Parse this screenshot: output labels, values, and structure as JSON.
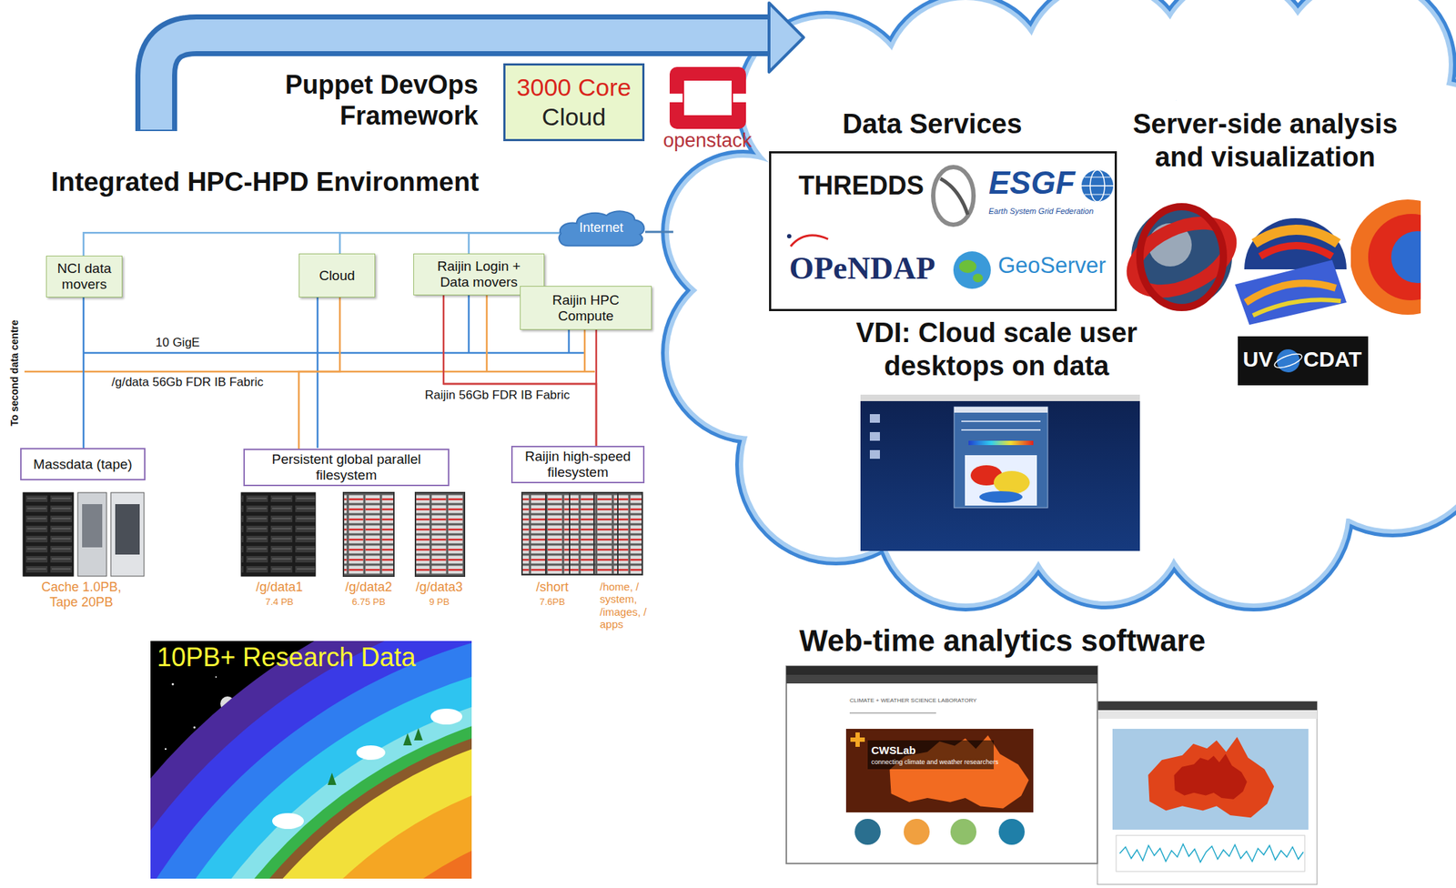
{
  "diagram": {
    "nodes": [
      {
        "text": [
          "3000 Core",
          "Cloud"
        ]
      },
      {
        "text": [
          "Data Services",
          "THREDDS",
          "ESGF",
          "Earth System Grid Federation",
          "OPeNDAP",
          "GeoServer"
        ]
      },
      {
        "text": [
          "Internet"
        ]
      },
      {
        "text": [
          "NCI data movers"
        ]
      },
      {
        "text": [
          "Cloud"
        ]
      },
      {
        "text": [
          "Raijin Login + Data movers"
        ]
      },
      {
        "text": [
          "Raijin HPC Compute"
        ]
      },
      {
        "text": [
          "Massdata (tape)"
        ]
      },
      {
        "text": [
          "Persistent global parallel filesystem"
        ]
      },
      {
        "text": [
          "Raijin high-speed filesystem"
        ]
      }
    ],
    "edges": [
      {
        "from": 3,
        "to": 2,
        "arrow": "none"
      },
      {
        "from": 4,
        "to": 2,
        "arrow": "none"
      },
      {
        "from": 5,
        "to": 2,
        "arrow": "none"
      },
      {
        "from": 3,
        "to": 7,
        "arrow": "none"
      },
      {
        "from": 4,
        "to": 8,
        "arrow": "none"
      },
      {
        "from": 6,
        "to": 9,
        "arrow": "none"
      },
      {
        "from": 5,
        "to": 9,
        "arrow": "none"
      }
    ],
    "labels": [
      "Puppet DevOps Framework",
      "openstack",
      "Integrated HPC-HPD Environment",
      "10 GigE",
      "To second data centre",
      "/g/data 56Gb FDR IB Fabric",
      "Raijin 56Gb FDR IB Fabric",
      "Cache 1.0PB, Tape 20PB",
      "/g/data1",
      "7.4 PB",
      "/g/data2",
      "6.75 PB",
      "/g/data3",
      "9 PB",
      "/short",
      "7.6PB",
      "/home, / system, /images, / apps",
      "10PB+ Research Data",
      "Server-side analysis and visualization",
      "UV",
      "CDAT",
      "VDI: Cloud scale user desktops on data",
      "Web-time analytics software",
      "CLIMATE + WEATHER SCIENCE LABORATORY",
      "CWSLab",
      "connecting climate and weather researchers"
    ]
  }
}
